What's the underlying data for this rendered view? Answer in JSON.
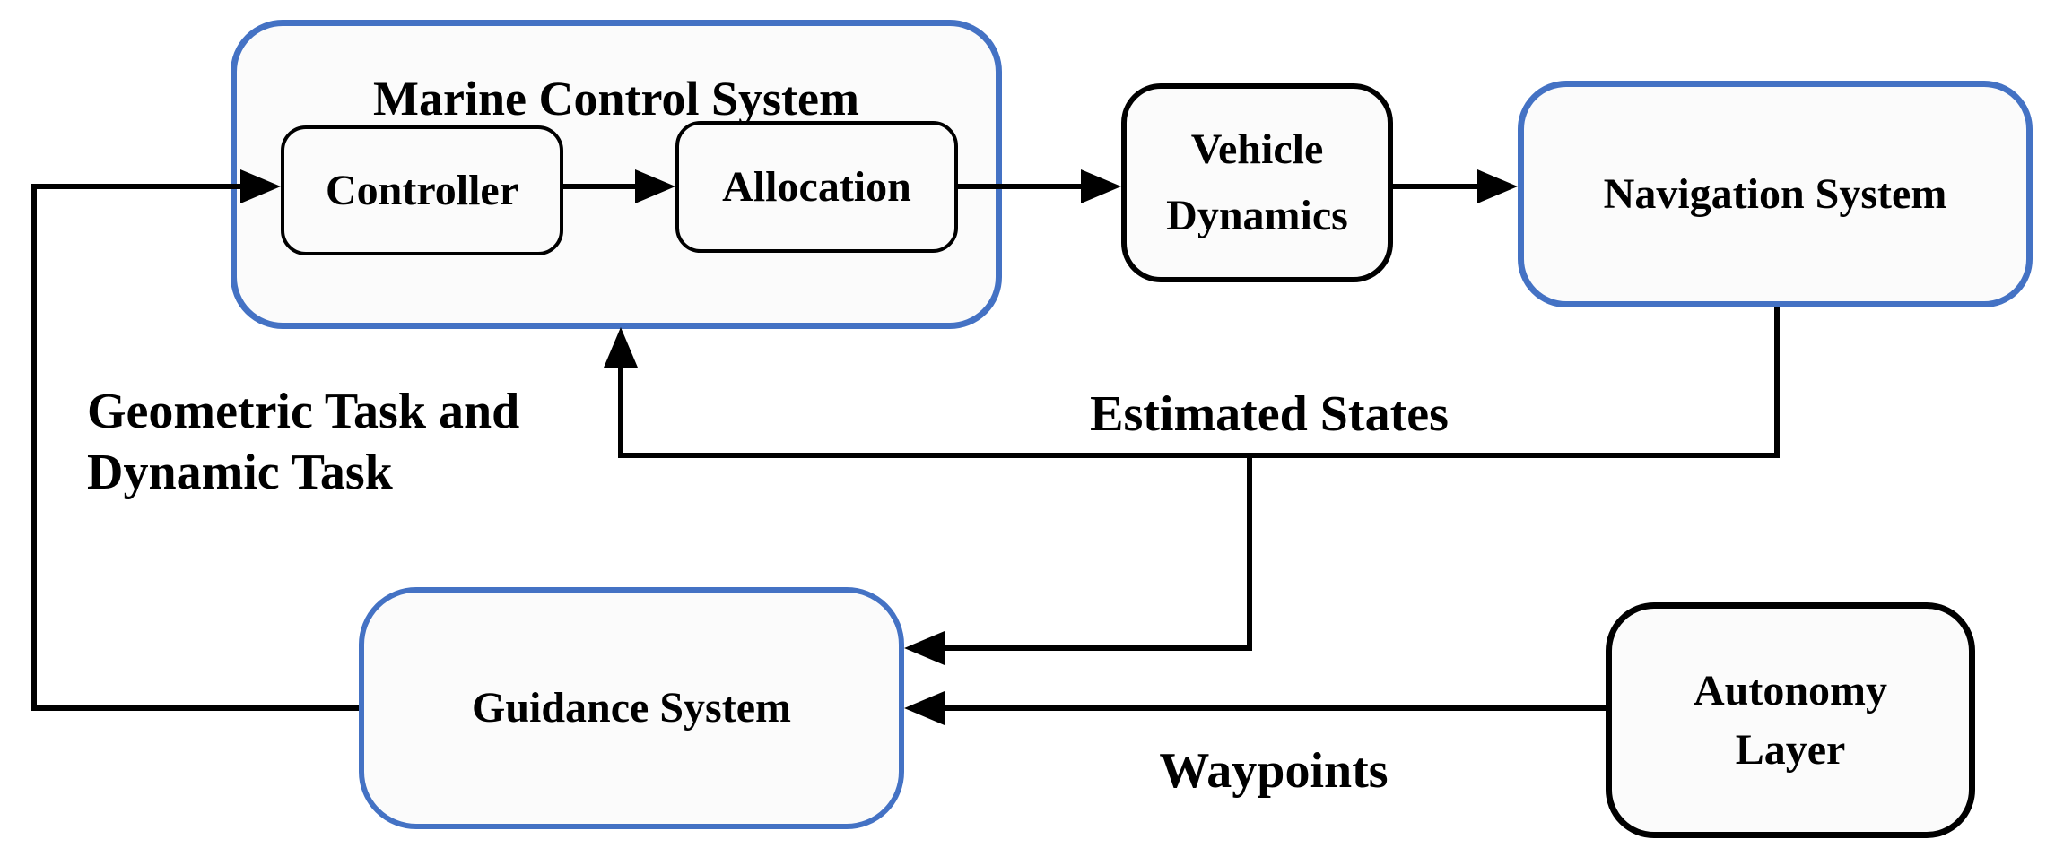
{
  "diagram": {
    "marine_control_system": {
      "title": "Marine Control System"
    },
    "controller": {
      "label": "Controller"
    },
    "allocation": {
      "label": "Allocation"
    },
    "vehicle_dynamics": {
      "line1": "Vehicle",
      "line2": "Dynamics"
    },
    "navigation_system": {
      "label": "Navigation System"
    },
    "guidance_system": {
      "label": "Guidance System"
    },
    "autonomy_layer": {
      "line1": "Autonomy",
      "line2": "Layer"
    },
    "annotations": {
      "geometric_task": {
        "line1": "Geometric Task and",
        "line2": "Dynamic Task"
      },
      "estimated_states": "Estimated States",
      "waypoints": "Waypoints"
    },
    "colors": {
      "accent_blue": "#4472C4",
      "line_black": "#000000",
      "box_fill": "#FBFBFB",
      "background": "#FFFFFF"
    }
  }
}
